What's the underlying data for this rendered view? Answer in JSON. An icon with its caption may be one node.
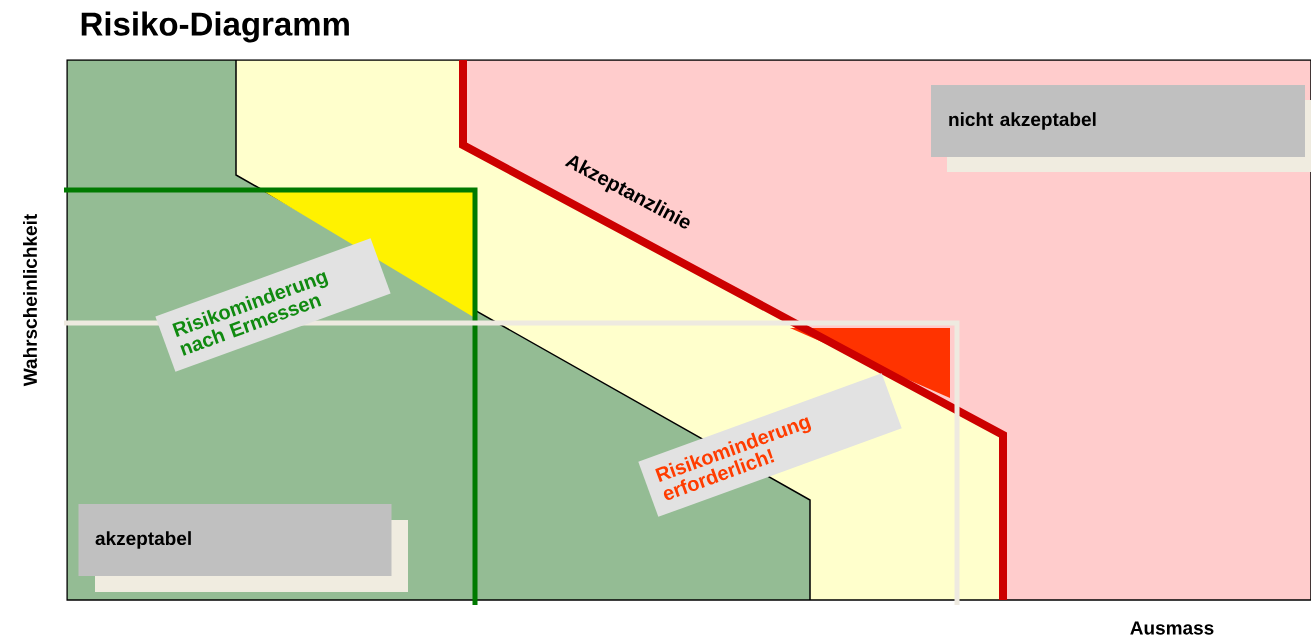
{
  "diagram": {
    "title": "Risiko-Diagramm",
    "nodes": [
      {
        "text": [
          "nicht akzeptabel"
        ]
      },
      {
        "text": [
          "Risikominderung nach Ermessen"
        ]
      },
      {
        "text": [
          "Risikominderung erforderlich!"
        ]
      },
      {
        "text": [
          "akzeptabel"
        ]
      }
    ],
    "labels": [
      "Akzeptanzlinie",
      "Wahrscheinlichkeit",
      "Ausmass"
    ]
  }
}
